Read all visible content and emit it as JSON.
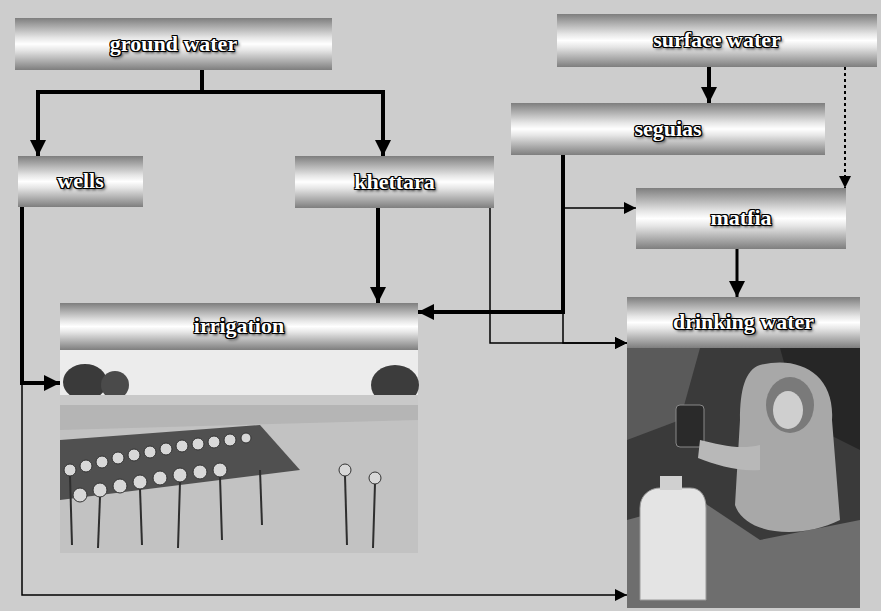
{
  "diagram": {
    "nodes": [
      {
        "text": [
          "ground water"
        ]
      },
      {
        "text": [
          "surface water"
        ]
      },
      {
        "text": [
          "seguias"
        ]
      },
      {
        "text": [
          "wells"
        ]
      },
      {
        "text": [
          "khettara"
        ]
      },
      {
        "text": [
          "matfia"
        ]
      },
      {
        "text": [
          "irrigation"
        ]
      },
      {
        "text": [
          "drinking water"
        ]
      }
    ],
    "edges": [
      {
        "from": 0,
        "to": 3,
        "arrow": "to"
      },
      {
        "from": 0,
        "to": 4,
        "arrow": "to"
      },
      {
        "from": 1,
        "to": 2,
        "arrow": "to"
      },
      {
        "from": 1,
        "to": 5,
        "arrow": "to"
      },
      {
        "from": 2,
        "to": 5,
        "arrow": "to"
      },
      {
        "from": 2,
        "to": 6,
        "arrow": "to"
      },
      {
        "from": 4,
        "to": 6,
        "arrow": "to"
      },
      {
        "from": 4,
        "to": 7,
        "arrow": "to"
      },
      {
        "from": 2,
        "to": 7,
        "arrow": "to"
      },
      {
        "from": 5,
        "to": 7,
        "arrow": "to"
      },
      {
        "from": 3,
        "to": 6,
        "arrow": "to"
      },
      {
        "from": 3,
        "to": 7,
        "arrow": "to"
      }
    ]
  }
}
